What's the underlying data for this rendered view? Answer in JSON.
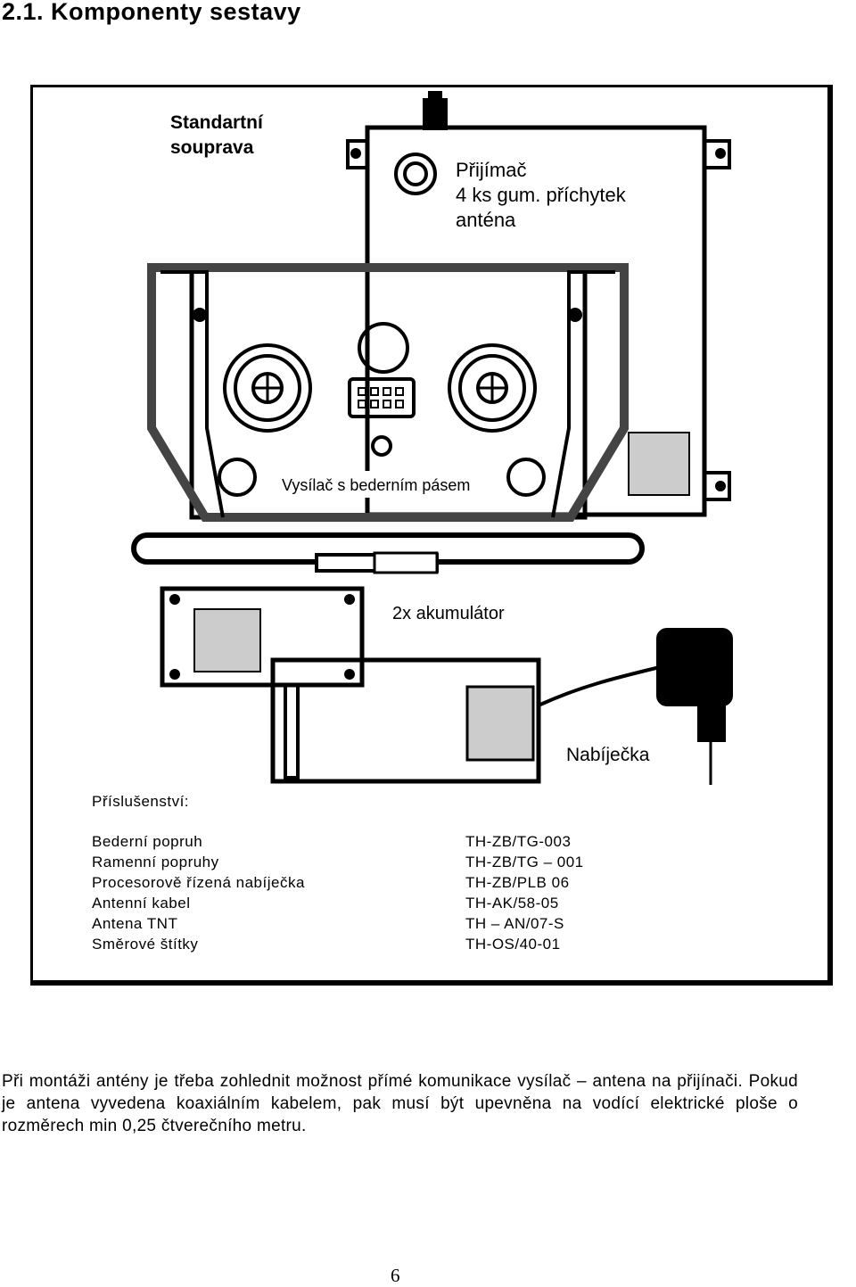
{
  "heading": "2.1. Komponenty sestavy",
  "diagram": {
    "standard_kit": [
      "Standartní",
      "souprava"
    ],
    "receiver": [
      "Přijímač",
      "4 ks gum. příchytek",
      "anténa"
    ],
    "transmitter": "Vysílač s bederním pásem",
    "battery": "2x akumulátor",
    "charger": "Nabíječka"
  },
  "accessories": {
    "title": "Příslušenství:",
    "items": [
      {
        "name": "Bederní popruh",
        "code": "TH-ZB/TG-003"
      },
      {
        "name": "Ramenní popruhy",
        "code": "TH-ZB/TG – 001"
      },
      {
        "name": "Procesorově řízená nabíječka",
        "code": "TH-ZB/PLB 06"
      },
      {
        "name": "Antenní kabel",
        "code": "TH-AK/58-05"
      },
      {
        "name": "Antena TNT",
        "code": "TH – AN/07-S"
      },
      {
        "name": "Směrové štítky",
        "code": "TH-OS/40-01"
      }
    ]
  },
  "paragraph": [
    "Při montáži antény je třeba zohlednit možnost přímé komunikace vysílač – antena na přijínači. Pokud je antena vyvedena koaxiálním kabelem, pak musí být upevněna na vodící elektrické ploše o rozměrech min 0,25 čtverečního metru."
  ],
  "page_number": "6"
}
